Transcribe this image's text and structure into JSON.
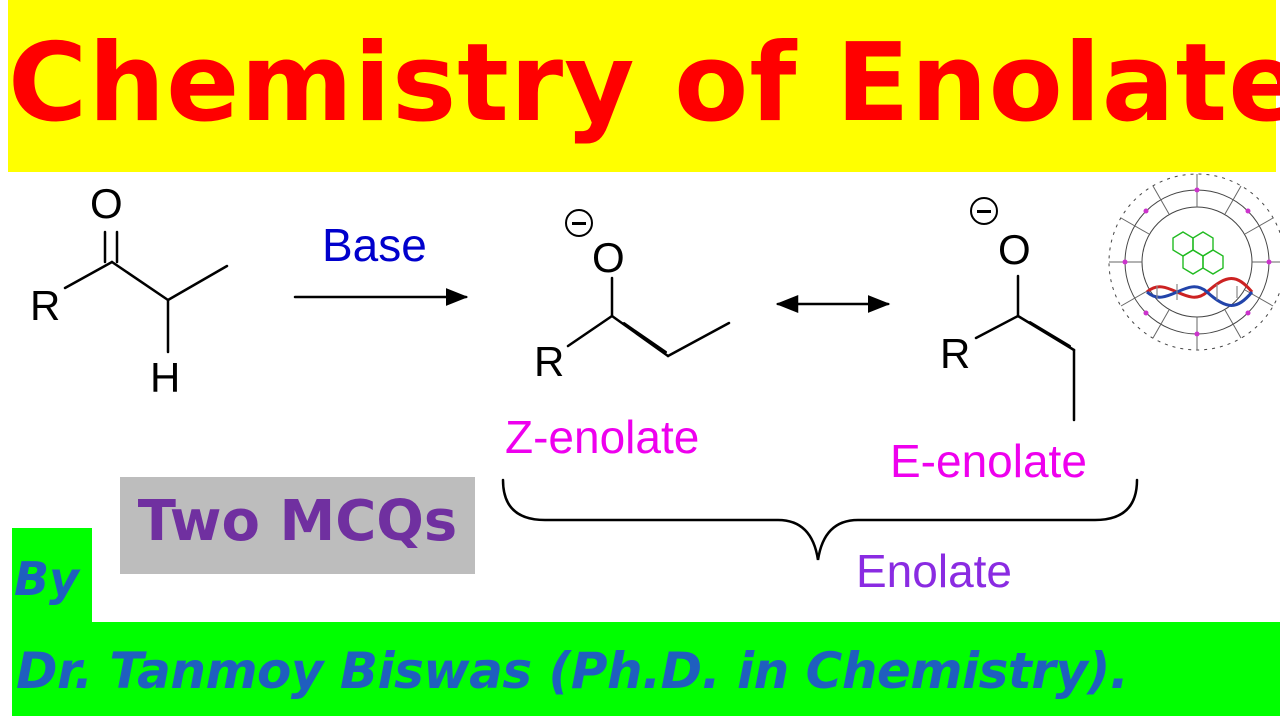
{
  "title": "Chemistry of Enolate",
  "reaction": {
    "reagent": "Base",
    "reactant_atoms": {
      "carbonyl_oxygen": "O",
      "r_group": "R",
      "alpha_hydrogen": "H"
    },
    "z_enolate_atoms": {
      "oxygen": "O",
      "r_group": "R"
    },
    "e_enolate_atoms": {
      "oxygen": "O",
      "r_group": "R"
    },
    "z_label": "Z-enolate",
    "e_label": "E-enolate",
    "group_label": "Enolate"
  },
  "mcq_badge": "Two MCQs",
  "byline": {
    "by": "By",
    "author": "Dr. Tanmoy Biswas (Ph.D. in Chemistry)."
  },
  "colors": {
    "title_bg": "#ffff00",
    "title_text": "#ff0000",
    "reagent": "#0000cc",
    "isomer_labels": "#ee00ee",
    "group_label": "#8a2be2",
    "mcq_text": "#7030a0",
    "mcq_bg": "#bdbdbd",
    "byline_bg": "#00ff00",
    "byline_text": "#1f5fbf"
  },
  "icons": [
    "cyclodextrin-dna-icon"
  ]
}
